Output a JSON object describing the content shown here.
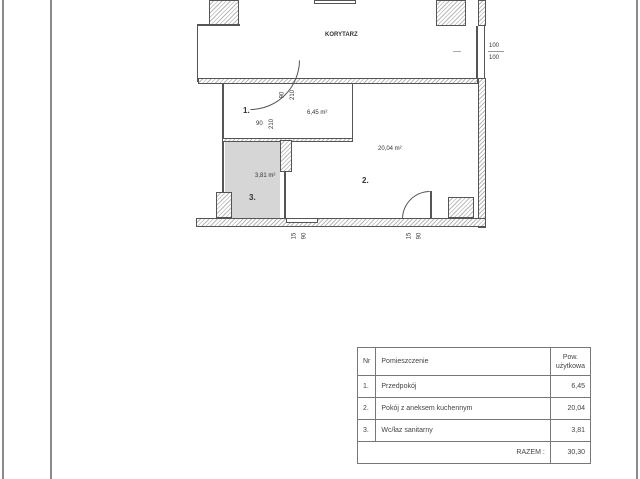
{
  "plan": {
    "corridor_label": "KORYTARZ",
    "room_numbers": [
      "1.",
      "2.",
      "3."
    ],
    "room_areas": [
      "6,45 m²",
      "20,04 m²",
      "3,81 m²"
    ],
    "door_dims_room1_top": [
      "90",
      "210"
    ],
    "door_dims_room1_side": [
      "90",
      "210"
    ],
    "right_dims": [
      "100",
      "100"
    ],
    "window_dims_bottom_left": [
      "15",
      "90"
    ],
    "window_dims_bottom_right": [
      "15",
      "90"
    ]
  },
  "table": {
    "headers": {
      "nr": "Nr",
      "room": "Pomieszczenie",
      "area_line1": "Pow.",
      "area_line2": "użytkowa"
    },
    "rows": [
      {
        "nr": "1.",
        "room": "Przedpokój",
        "area": "6,45"
      },
      {
        "nr": "2.",
        "room": "Pokój z aneksem kuchennym",
        "area": "20,04"
      },
      {
        "nr": "3.",
        "room": "Wc/łaz sanitarny",
        "area": "3,81"
      }
    ],
    "total_label": "RAZEM :",
    "total_value": "30,30"
  }
}
